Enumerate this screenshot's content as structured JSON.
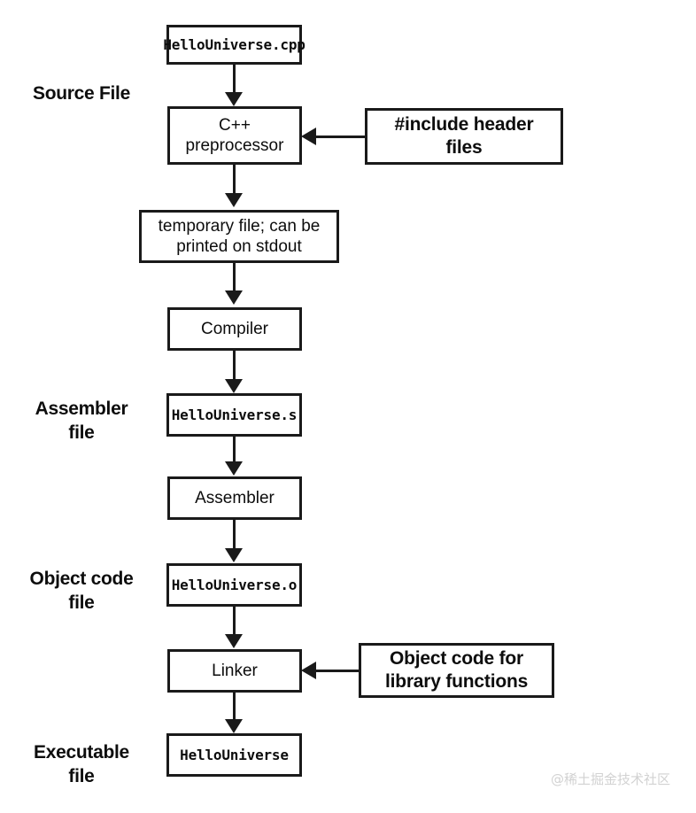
{
  "diagram": {
    "title": "C++ compilation pipeline",
    "colors": {
      "stroke": "#1a1a1a",
      "text": "#0d0d0d",
      "background": "#ffffff",
      "watermark": "#d2d2d2"
    },
    "side_labels": [
      {
        "id": "source-file",
        "text": "Source File"
      },
      {
        "id": "assembler-file",
        "text": "Assembler\nfile"
      },
      {
        "id": "object-code-file",
        "text": "Object code\nfile"
      },
      {
        "id": "executable-file",
        "text": "Executable\nfile"
      }
    ],
    "nodes": [
      {
        "id": "source",
        "text": "HelloUniverse.cpp",
        "kind": "file"
      },
      {
        "id": "preprocessor",
        "text": "C++\npreprocessor",
        "kind": "process"
      },
      {
        "id": "temp-file",
        "text": "temporary file; can be\nprinted on stdout",
        "kind": "process"
      },
      {
        "id": "compiler",
        "text": "Compiler",
        "kind": "process"
      },
      {
        "id": "assembly",
        "text": "HelloUniverse.s",
        "kind": "file"
      },
      {
        "id": "assembler",
        "text": "Assembler",
        "kind": "process"
      },
      {
        "id": "object",
        "text": "HelloUniverse.o",
        "kind": "file"
      },
      {
        "id": "linker",
        "text": "Linker",
        "kind": "process"
      },
      {
        "id": "executable",
        "text": "HelloUniverse",
        "kind": "file"
      }
    ],
    "annotations": [
      {
        "id": "include-headers",
        "text": "#include header\nfiles",
        "target": "preprocessor"
      },
      {
        "id": "library-objects",
        "text": "Object code for\nlibrary functions",
        "target": "linker"
      }
    ],
    "watermark": "@稀土掘金技术社区"
  }
}
